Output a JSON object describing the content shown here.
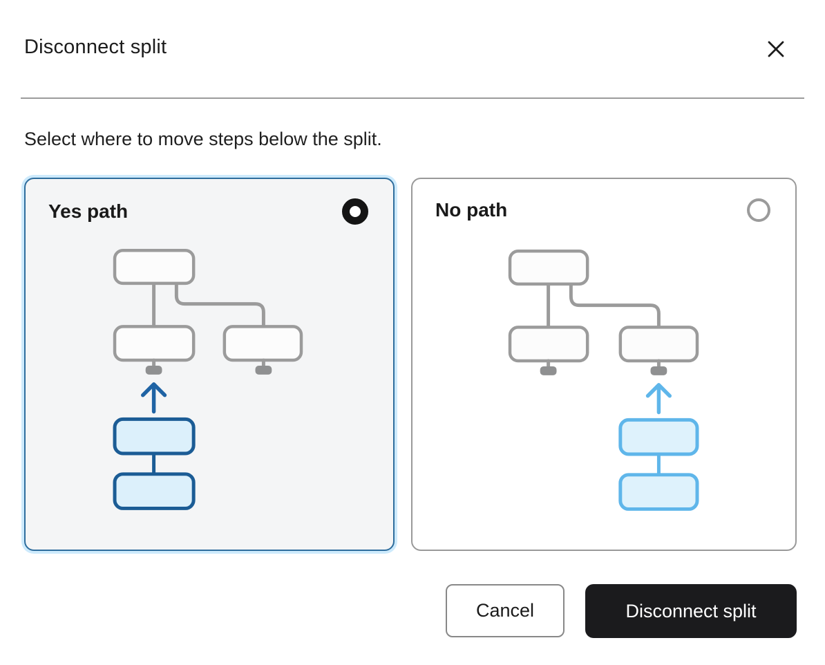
{
  "dialog": {
    "title": "Disconnect split",
    "description": "Select where to move steps below the split.",
    "close_icon": "x-close-icon",
    "options": [
      {
        "label": "Yes path",
        "state": "selected",
        "diagram": "steps-move-to-yes-branch"
      },
      {
        "label": "No path",
        "state": "unselected",
        "diagram": "steps-move-to-no-branch"
      }
    ],
    "footer": {
      "cancel_label": "Cancel",
      "confirm_label": "Disconnect split"
    }
  },
  "colors": {
    "selected_card_border": "#2e6d9d",
    "selected_card_ring": "#cdeafc",
    "selected_card_bg": "#f4f5f6",
    "step_blue_dark": "#1b5c95",
    "step_blue_dark_fill": "#dcf0fb",
    "step_blue_light": "#5fb6ea",
    "step_blue_light_fill": "#def2fc",
    "tree_gray": "#9b9b9b",
    "node_gray": "#8f9091",
    "confirm_button_bg": "#1b1b1d"
  }
}
